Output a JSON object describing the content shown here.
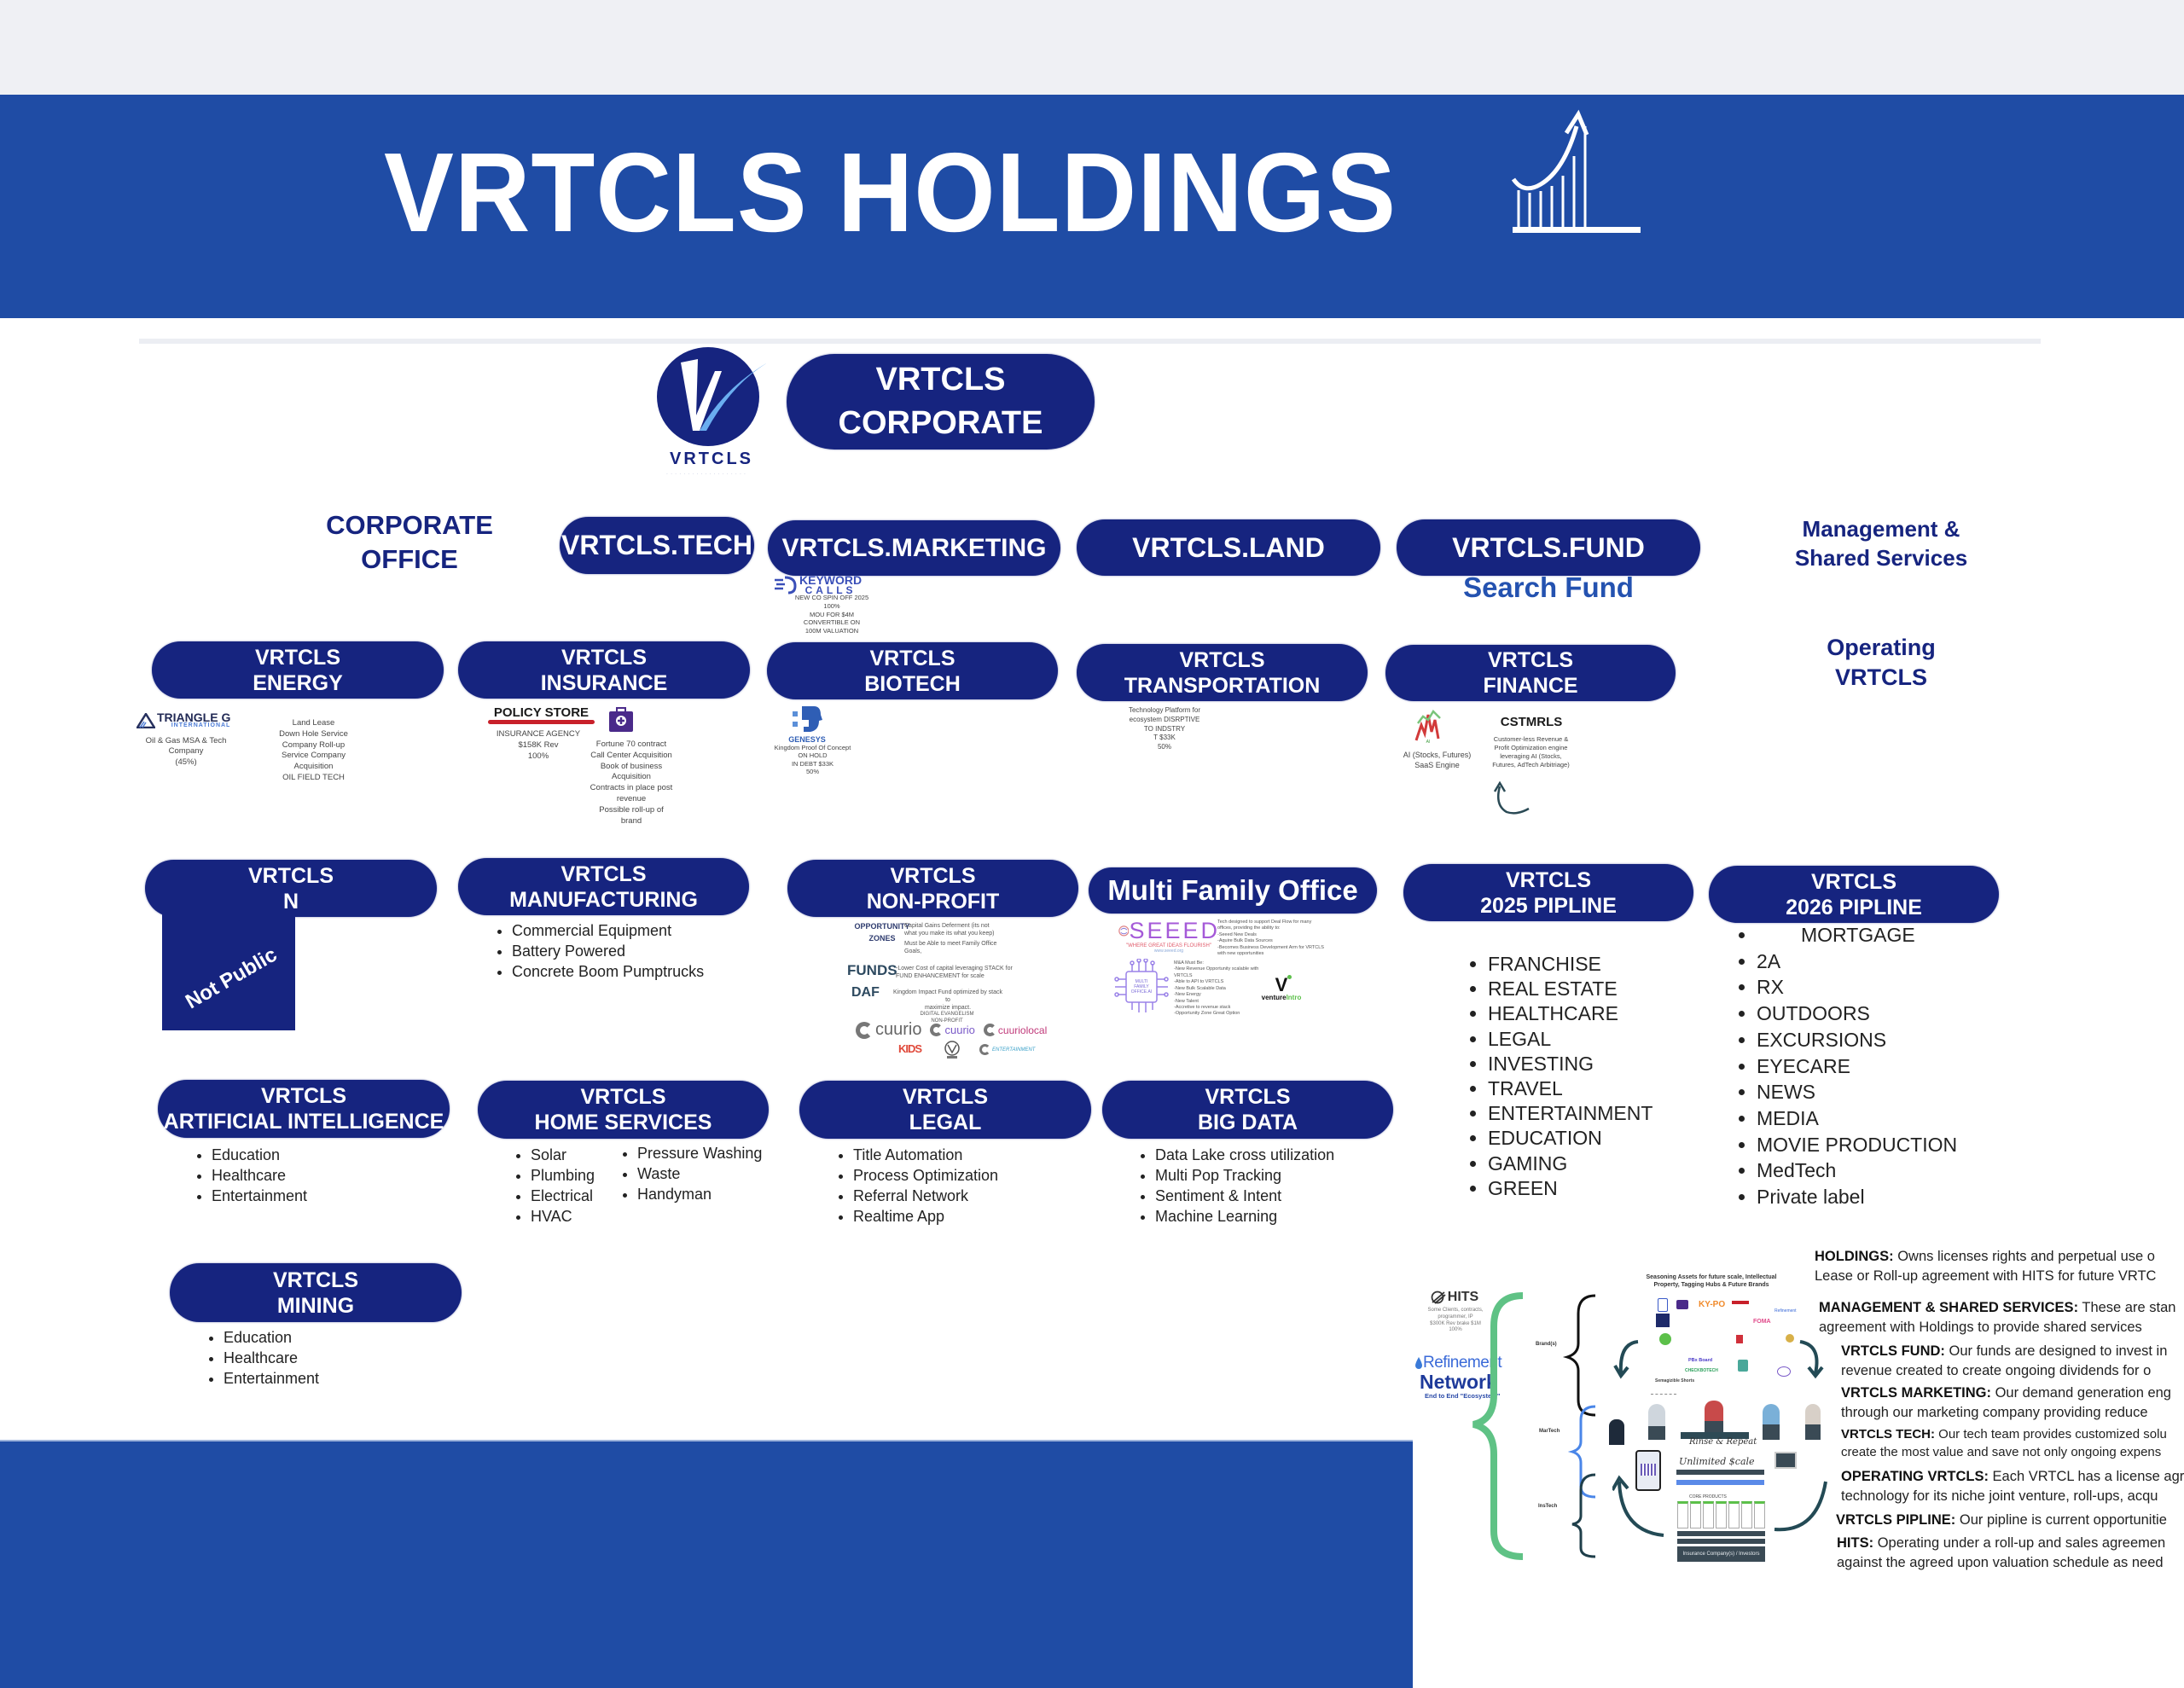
{
  "header": {
    "title": "VRTCLS HOLDINGS",
    "icon": "growth-chart-icon"
  },
  "corporate": {
    "logo_text": "VRTCLS",
    "logo_tagline": "· · · · · ·   · · · · ·   · · · · · · · ·",
    "pill_line1": "VRTCLS",
    "pill_line2": "CORPORATE"
  },
  "row_labels": {
    "corporate_office": [
      "CORPORATE",
      "OFFICE"
    ],
    "management": [
      "Management &",
      "Shared Services"
    ],
    "operating": [
      "Operating",
      "VRTCLS"
    ]
  },
  "corporate_units": [
    {
      "label": "VRTCLS.TECH"
    },
    {
      "label": "VRTCLS.MARKETING",
      "logo": "KEYWORD CALLS",
      "logo_sub": "CALLS",
      "logo_word": "KEYWORD",
      "notes": [
        "NEW CO SPIN OFF 2025",
        "100%",
        "MOU FOR $4M",
        "CONVERTIBLE ON",
        "100M VALUATION"
      ]
    },
    {
      "label": "VRTCLS.LAND"
    },
    {
      "label": "VRTCLS.FUND",
      "sublabel": "Search Fund"
    }
  ],
  "verticals_row1": [
    {
      "line1": "VRTCLS",
      "line2": "ENERGY",
      "logo": "TRIANGLE G",
      "logo_sub": "INTERNATIONAL",
      "logo_caption": [
        "Oil & Gas MSA & Tech",
        "Company",
        "(45%)"
      ],
      "notes": [
        "Land Lease",
        "Down Hole Service",
        "Company Roll-up",
        "Service Company",
        "Acquisition",
        "OIL FIELD TECH"
      ]
    },
    {
      "line1": "VRTCLS",
      "line2": "INSURANCE",
      "logo": "POLICY STORE",
      "logo_caption": [
        "INSURANCE AGENCY",
        "$158K Rev",
        "100%"
      ],
      "notes": [
        "Fortune 70 contract",
        "Call Center Acquisition",
        "Book of business",
        "Acquisition",
        "Contracts in place post",
        "revenue",
        "Possible roll-up of",
        "brand"
      ]
    },
    {
      "line1": "VRTCLS",
      "line2": "BIOTECH",
      "logo": "GENESYS",
      "logo_caption": [
        "Kingdom Proof Of Concept",
        "ON HOLD",
        "IN DEBT $33K",
        "50%"
      ]
    },
    {
      "line1": "VRTCLS",
      "line2": "TRANSPORTATION",
      "notes": [
        "Technology Platform for",
        "ecosystem DISRPTIVE",
        "TO INDSTRY",
        "T $33K",
        "50%"
      ]
    },
    {
      "line1": "VRTCLS",
      "line2": "FINANCE",
      "logo": "AI",
      "logo_caption": [
        "AI (Stocks, Futures)",
        "SaaS Engine"
      ],
      "product": "CSTMRLS",
      "product_notes": [
        "Customer-less Revenue &",
        "Profit Optimization engine",
        "leveraging AI (Stocks,",
        "Futures, AdTech Arbitriage)"
      ]
    }
  ],
  "verticals_row2": [
    {
      "line1": "VRTCLS",
      "line2": "N",
      "overlay": "Not Public"
    },
    {
      "line1": "VRTCLS",
      "line2": "MANUFACTURING",
      "bullets": [
        "Commercial Equipment",
        "Battery Powered",
        "Concrete Boom Pumptrucks"
      ]
    },
    {
      "line1": "VRTCLS",
      "line2": "NON-PROFIT",
      "items": [
        {
          "label": [
            "OPPORTUNITY",
            "ZONES"
          ],
          "text": [
            "Capital Gains Deferment (its not",
            "what you make its what you keep)",
            "Must be Able to meet Family Office Goals,"
          ]
        },
        {
          "label": [
            "FUNDS"
          ],
          "text": [
            "-Lower Cost of capital leveraging STACK for",
            "FUND ENHANCEMENT for scale"
          ]
        },
        {
          "label": [
            "DAF"
          ],
          "text": [
            "Kingdom Impact Fund optimized by stack to",
            "maximize impact."
          ]
        }
      ],
      "evangelism": [
        "DIGITAL EVANGELISM",
        "NON-PROFIT"
      ],
      "brands": [
        "cuurio",
        "cuurio",
        "cuuriolocal",
        "KIDS",
        "ENTERTAINMENT"
      ]
    },
    {
      "label": "Multi Family Office",
      "seeed": {
        "name": "SEEED",
        "tagline": "\"WHERE GREAT IDEAS FLOURISH\"",
        "url": "www.seeed.org",
        "notes": [
          "Tech designed to support Deal Flow for many",
          "offices, providing the ability to:",
          "-Seeed New Deals",
          "-Aquire Bulk Data Sources",
          "-Becomes Business Development Arm for VRTCLS",
          "with new opportunities"
        ]
      },
      "mfo_chip": [
        "MULTI",
        "FAMILY",
        "OFFICE.AI"
      ],
      "mfo_notes": [
        "M&A Must Be:",
        "-New Revenue Opportunity scalable with VRTCLS",
        "-Able to API to VRTCLS",
        "-New Bulk Scalable Data",
        "-New Energy",
        "-New Talent",
        "-Accretive to revenue stack",
        "-Opportunity Zone Great Option"
      ],
      "partner": {
        "mark": "V",
        "name_a": "venture",
        "name_b": "Intro"
      }
    },
    {
      "line1": "VRTCLS",
      "line2": "2025 PIPLINE",
      "bullets": [
        "FRANCHISE",
        "REAL ESTATE",
        "HEALTHCARE",
        "LEGAL",
        "INVESTING",
        "TRAVEL",
        "ENTERTAINMENT",
        "EDUCATION",
        "GAMING",
        "GREEN"
      ]
    },
    {
      "line1": "VRTCLS",
      "line2": "2026 PIPLINE",
      "bullets": [
        "MORTGAGE",
        "2A",
        "RX",
        "OUTDOORS",
        "EXCURSIONS",
        "EYECARE",
        "NEWS",
        "MEDIA",
        "MOVIE PRODUCTION",
        "MedTech",
        "Private label"
      ]
    }
  ],
  "verticals_row3": [
    {
      "line1": "VRTCLS",
      "line2": "ARTIFICIAL INTELLIGENCE",
      "bullets": [
        "Education",
        "Healthcare",
        "Entertainment"
      ]
    },
    {
      "line1": "VRTCLS",
      "line2": "HOME SERVICES",
      "bullets_a": [
        "Solar",
        "Plumbing",
        "Electrical",
        "HVAC"
      ],
      "bullets_b": [
        "Pressure Washing",
        "Waste",
        "Handyman"
      ]
    },
    {
      "line1": "VRTCLS",
      "line2": "LEGAL",
      "bullets": [
        "Title Automation",
        "Process Optimization",
        "Referral Network",
        "Realtime App"
      ]
    },
    {
      "line1": "VRTCLS",
      "line2": "BIG DATA",
      "bullets": [
        "Data Lake cross utilization",
        "Multi Pop Tracking",
        "Sentiment & Intent",
        "Machine Learning"
      ]
    }
  ],
  "verticals_row4": [
    {
      "line1": "VRTCLS",
      "line2": "MINING",
      "bullets": [
        "Education",
        "Healthcare",
        "Entertainment"
      ]
    }
  ],
  "ecosystem": {
    "hits_logo": "HITS",
    "hits_notes": [
      "Some Clients, contracts,",
      "programmer, IP",
      "$300K Rev brake $1M",
      "100%"
    ],
    "network_name_a": "Refinement",
    "network_name_b": "Network",
    "network_tagline": "End to End \"Ecosystem\"",
    "branches": [
      "Brand(s)",
      "MarTech",
      "InsTech"
    ],
    "seasoning_title": [
      "Seasoning Assets for future scale, Intellectual",
      "Property, Tagging Hubs & Future Brands"
    ],
    "brand_chips": [
      "KY-PO",
      "FOMA",
      "PBx Board",
      "CHECKBOTECH",
      "Refinement"
    ],
    "shorts_label": "Semagizible Shorts",
    "rinse": "Rinse & Repeat",
    "scale": "Unlimited $cale",
    "core_products": "CORE PRODUCTS",
    "insurance": "Insurance Company(s) / Investors"
  },
  "descriptions": [
    {
      "key": "HOLDINGS:",
      "lines": [
        "Owns licenses rights and perpetual use o",
        "Lease or Roll-up agreement with HITS for future VRTC"
      ]
    },
    {
      "key": "MANAGEMENT & SHARED SERVICES:",
      "lines": [
        "These are stan",
        "agreement with Holdings to provide shared services"
      ]
    },
    {
      "key": "VRTCLS FUND:",
      "lines": [
        "Our funds are designed to invest in",
        "revenue created to create ongoing dividends for o"
      ]
    },
    {
      "key": "VRTCLS MARKETING:",
      "lines": [
        "Our demand generation eng",
        "through our marketing company providing reduce"
      ]
    },
    {
      "key": "VRTCLS TECH:",
      "lines": [
        "Our tech team provides customized solu",
        "create the most value and save not only ongoing expens"
      ]
    },
    {
      "key": "OPERATING VRTCLS:",
      "lines": [
        "Each VRTCL has a license agre",
        "technology for its niche joint venture, roll-ups, acqu"
      ]
    },
    {
      "key": "VRTCLS PIPLINE:",
      "lines": [
        "Our pipline is current opportunitie"
      ]
    },
    {
      "key": "HITS:",
      "lines": [
        "Operating under a roll-up and sales agreemen",
        "against the agreed upon valuation schedule as need"
      ]
    }
  ],
  "colors": {
    "header_blue": "#1f4ca5",
    "pill_navy": "#16247f",
    "label_navy": "#16247f",
    "search_fund_blue": "#2452b0",
    "bracket_green": "#5fc285",
    "bracket_blue": "#4a86e8"
  }
}
